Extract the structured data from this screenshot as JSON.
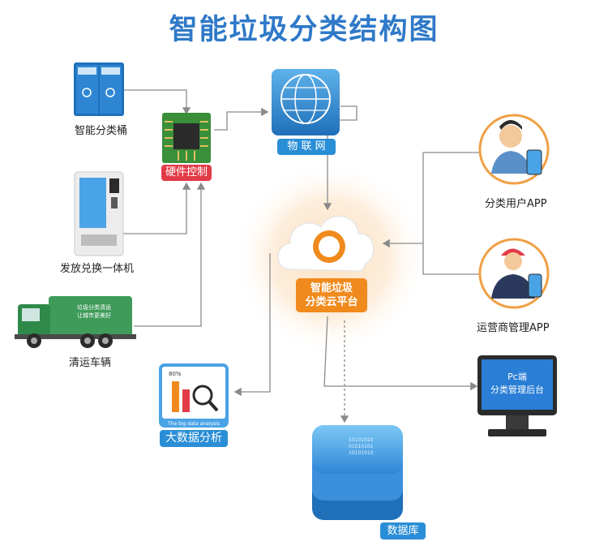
{
  "title": "智能垃圾分类结构图",
  "nodes": {
    "smart_bin": "智能分类桶",
    "hardware_control": "硬件控制",
    "iot": "物 联 网",
    "dispenser": "发放兑换一体机",
    "truck": "清运车辆",
    "truck_sign_line1": "垃圾分类清运",
    "truck_sign_line2": "让城市更美好",
    "cloud_platform_line1": "智能垃圾",
    "cloud_platform_line2": "分类云平台",
    "user_app": "分类用户APP",
    "operator_app": "运营商管理APP",
    "pc_line1": "Pc端",
    "pc_line2": "分类管理后台",
    "big_data": "大数据分析",
    "big_data_percent": "80%",
    "big_data_caption": "The big data analysis",
    "database": "数据库"
  },
  "colors": {
    "title": "#2f79c8",
    "tag_blue": "#2a8ed6",
    "tag_red": "#e23b48",
    "tag_orange": "#f08a1d",
    "connector": "#8a8a8a",
    "glow": "#fbd9b0"
  }
}
